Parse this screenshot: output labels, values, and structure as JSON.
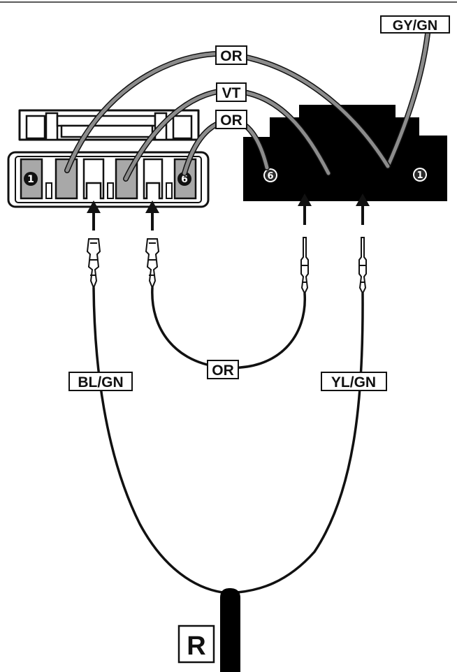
{
  "wire_labels": {
    "gy_gn": "GY/GN",
    "or_top": "OR",
    "vt": "VT",
    "or_mid": "OR",
    "or_loop": "OR",
    "bl_gn": "BL/GN",
    "yl_gn": "YL/GN"
  },
  "left_connector": {
    "pin_first": "1",
    "pin_last": "6"
  },
  "right_connector": {
    "pin_first": "1",
    "pin_last": "6"
  },
  "component_label": "R",
  "colors": {
    "wire_gray": "#8c8c8c",
    "wire_black": "#111111",
    "connector_black": "#000000",
    "cavity_gray": "#a8a8a8"
  }
}
